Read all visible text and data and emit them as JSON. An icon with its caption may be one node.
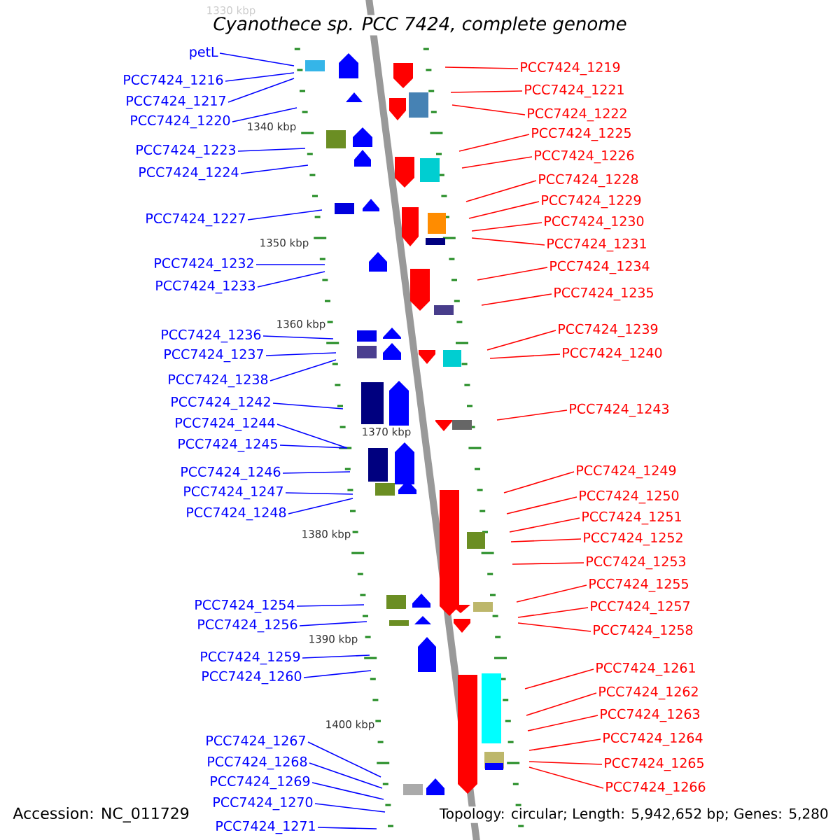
{
  "diagram": {
    "title": "Cyanothece sp. PCC 7424, complete genome",
    "nodes": [
      {
        "text": [
          "petL"
        ]
      },
      {
        "text": [
          "PCC7424_1216"
        ]
      },
      {
        "text": [
          "PCC7424_1217"
        ]
      },
      {
        "text": [
          "PCC7424_1220"
        ]
      },
      {
        "text": [
          "PCC7424_1223"
        ]
      },
      {
        "text": [
          "PCC7424_1224"
        ]
      },
      {
        "text": [
          "PCC7424_1227"
        ]
      },
      {
        "text": [
          "PCC7424_1232"
        ]
      },
      {
        "text": [
          "PCC7424_1233"
        ]
      },
      {
        "text": [
          "PCC7424_1236"
        ]
      },
      {
        "text": [
          "PCC7424_1237"
        ]
      },
      {
        "text": [
          "PCC7424_1238"
        ]
      },
      {
        "text": [
          "PCC7424_1242"
        ]
      },
      {
        "text": [
          "PCC7424_1244"
        ]
      },
      {
        "text": [
          "PCC7424_1245"
        ]
      },
      {
        "text": [
          "PCC7424_1246"
        ]
      },
      {
        "text": [
          "PCC7424_1247"
        ]
      },
      {
        "text": [
          "PCC7424_1248"
        ]
      },
      {
        "text": [
          "PCC7424_1254"
        ]
      },
      {
        "text": [
          "PCC7424_1256"
        ]
      },
      {
        "text": [
          "PCC7424_1259"
        ]
      },
      {
        "text": [
          "PCC7424_1260"
        ]
      },
      {
        "text": [
          "PCC7424_1267"
        ]
      },
      {
        "text": [
          "PCC7424_1268"
        ]
      },
      {
        "text": [
          "PCC7424_1269"
        ]
      },
      {
        "text": [
          "PCC7424_1270"
        ]
      },
      {
        "text": [
          "PCC7424_1271"
        ]
      },
      {
        "text": [
          "PCC7424_1219"
        ]
      },
      {
        "text": [
          "PCC7424_1221"
        ]
      },
      {
        "text": [
          "PCC7424_1222"
        ]
      },
      {
        "text": [
          "PCC7424_1225"
        ]
      },
      {
        "text": [
          "PCC7424_1226"
        ]
      },
      {
        "text": [
          "PCC7424_1228"
        ]
      },
      {
        "text": [
          "PCC7424_1229"
        ]
      },
      {
        "text": [
          "PCC7424_1230"
        ]
      },
      {
        "text": [
          "PCC7424_1231"
        ]
      },
      {
        "text": [
          "PCC7424_1234"
        ]
      },
      {
        "text": [
          "PCC7424_1235"
        ]
      },
      {
        "text": [
          "PCC7424_1239"
        ]
      },
      {
        "text": [
          "PCC7424_1240"
        ]
      },
      {
        "text": [
          "PCC7424_1243"
        ]
      },
      {
        "text": [
          "PCC7424_1249"
        ]
      },
      {
        "text": [
          "PCC7424_1250"
        ]
      },
      {
        "text": [
          "PCC7424_1251"
        ]
      },
      {
        "text": [
          "PCC7424_1252"
        ]
      },
      {
        "text": [
          "PCC7424_1253"
        ]
      },
      {
        "text": [
          "PCC7424_1255"
        ]
      },
      {
        "text": [
          "PCC7424_1257"
        ]
      },
      {
        "text": [
          "PCC7424_1258"
        ]
      },
      {
        "text": [
          "PCC7424_1261"
        ]
      },
      {
        "text": [
          "PCC7424_1262"
        ]
      },
      {
        "text": [
          "PCC7424_1263"
        ]
      },
      {
        "text": [
          "PCC7424_1264"
        ]
      },
      {
        "text": [
          "PCC7424_1265"
        ]
      },
      {
        "text": [
          "PCC7424_1266"
        ]
      }
    ],
    "edges": [
      {
        "from": 0,
        "to": null,
        "arrow": "none",
        "color": "#0000ff"
      },
      {
        "from": 1,
        "to": null,
        "arrow": "none",
        "color": "#0000ff"
      },
      {
        "from": 2,
        "to": null,
        "arrow": "none",
        "color": "#0000ff"
      },
      {
        "from": 3,
        "to": null,
        "arrow": "none",
        "color": "#0000ff"
      },
      {
        "from": 4,
        "to": null,
        "arrow": "none",
        "color": "#0000ff"
      },
      {
        "from": 5,
        "to": null,
        "arrow": "none",
        "color": "#0000ff"
      },
      {
        "from": 6,
        "to": null,
        "arrow": "none",
        "color": "#0000ff"
      },
      {
        "from": 7,
        "to": null,
        "arrow": "none",
        "color": "#0000ff"
      },
      {
        "from": 8,
        "to": null,
        "arrow": "none",
        "color": "#0000ff"
      },
      {
        "from": 9,
        "to": null,
        "arrow": "none",
        "color": "#0000ff"
      },
      {
        "from": 10,
        "to": null,
        "arrow": "none",
        "color": "#0000ff"
      },
      {
        "from": 11,
        "to": null,
        "arrow": "none",
        "color": "#0000ff"
      },
      {
        "from": 12,
        "to": null,
        "arrow": "none",
        "color": "#0000ff"
      },
      {
        "from": 13,
        "to": null,
        "arrow": "none",
        "color": "#0000ff"
      },
      {
        "from": 14,
        "to": null,
        "arrow": "none",
        "color": "#0000ff"
      },
      {
        "from": 15,
        "to": null,
        "arrow": "none",
        "color": "#0000ff"
      },
      {
        "from": 16,
        "to": null,
        "arrow": "none",
        "color": "#0000ff"
      },
      {
        "from": 17,
        "to": null,
        "arrow": "none",
        "color": "#0000ff"
      },
      {
        "from": 18,
        "to": null,
        "arrow": "none",
        "color": "#0000ff"
      },
      {
        "from": 19,
        "to": null,
        "arrow": "none",
        "color": "#0000ff"
      },
      {
        "from": 20,
        "to": null,
        "arrow": "none",
        "color": "#0000ff"
      },
      {
        "from": 21,
        "to": null,
        "arrow": "none",
        "color": "#0000ff"
      },
      {
        "from": 22,
        "to": null,
        "arrow": "none",
        "color": "#0000ff"
      },
      {
        "from": 23,
        "to": null,
        "arrow": "none",
        "color": "#0000ff"
      },
      {
        "from": 24,
        "to": null,
        "arrow": "none",
        "color": "#0000ff"
      },
      {
        "from": 25,
        "to": null,
        "arrow": "none",
        "color": "#0000ff"
      },
      {
        "from": 26,
        "to": null,
        "arrow": "none",
        "color": "#0000ff"
      },
      {
        "from": 27,
        "to": null,
        "arrow": "none",
        "color": "#ff0000"
      },
      {
        "from": 28,
        "to": null,
        "arrow": "none",
        "color": "#ff0000"
      },
      {
        "from": 29,
        "to": null,
        "arrow": "none",
        "color": "#ff0000"
      },
      {
        "from": 30,
        "to": null,
        "arrow": "none",
        "color": "#ff0000"
      },
      {
        "from": 31,
        "to": null,
        "arrow": "none",
        "color": "#ff0000"
      },
      {
        "from": 32,
        "to": null,
        "arrow": "none",
        "color": "#ff0000"
      },
      {
        "from": 33,
        "to": null,
        "arrow": "none",
        "color": "#ff0000"
      },
      {
        "from": 34,
        "to": null,
        "arrow": "none",
        "color": "#ff0000"
      },
      {
        "from": 35,
        "to": null,
        "arrow": "none",
        "color": "#ff0000"
      },
      {
        "from": 36,
        "to": null,
        "arrow": "none",
        "color": "#ff0000"
      },
      {
        "from": 37,
        "to": null,
        "arrow": "none",
        "color": "#ff0000"
      },
      {
        "from": 38,
        "to": null,
        "arrow": "none",
        "color": "#ff0000"
      },
      {
        "from": 39,
        "to": null,
        "arrow": "none",
        "color": "#ff0000"
      },
      {
        "from": 40,
        "to": null,
        "arrow": "none",
        "color": "#ff0000"
      },
      {
        "from": 41,
        "to": null,
        "arrow": "none",
        "color": "#ff0000"
      },
      {
        "from": 42,
        "to": null,
        "arrow": "none",
        "color": "#ff0000"
      },
      {
        "from": 43,
        "to": null,
        "arrow": "none",
        "color": "#ff0000"
      },
      {
        "from": 44,
        "to": null,
        "arrow": "none",
        "color": "#ff0000"
      },
      {
        "from": 45,
        "to": null,
        "arrow": "none",
        "color": "#ff0000"
      },
      {
        "from": 46,
        "to": null,
        "arrow": "none",
        "color": "#ff0000"
      },
      {
        "from": 47,
        "to": null,
        "arrow": "none",
        "color": "#ff0000"
      },
      {
        "from": 48,
        "to": null,
        "arrow": "none",
        "color": "#ff0000"
      },
      {
        "from": 49,
        "to": null,
        "arrow": "none",
        "color": "#ff0000"
      },
      {
        "from": 50,
        "to": null,
        "arrow": "none",
        "color": "#ff0000"
      },
      {
        "from": 51,
        "to": null,
        "arrow": "none",
        "color": "#ff0000"
      },
      {
        "from": 52,
        "to": null,
        "arrow": "none",
        "color": "#ff0000"
      },
      {
        "from": 53,
        "to": null,
        "arrow": "none",
        "color": "#ff0000"
      },
      {
        "from": 54,
        "to": null,
        "arrow": "none",
        "color": "#ff0000"
      }
    ],
    "labels": [
      "1330 kbp",
      "1340 kbp",
      "1350 kbp",
      "1360 kbp",
      "1370 kbp",
      "1380 kbp",
      "1390 kbp",
      "1400 kbp",
      "Accession: NC_011729",
      "Topology: circular; Length: 5,942,652 bp; Genes: 5,280"
    ]
  }
}
